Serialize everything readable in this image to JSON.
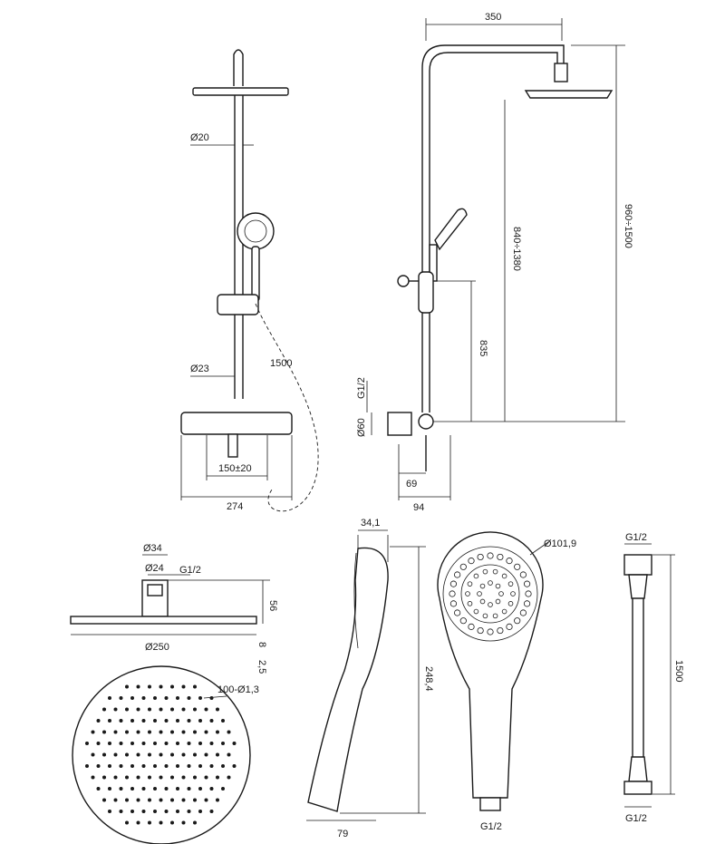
{
  "dimensions": {
    "front": {
      "pipe_diameter": "Ø20",
      "hose_length": "1500",
      "mixer_pipe_diameter": "Ø23",
      "spacing": "150±20",
      "width": "274"
    },
    "side": {
      "arm_length": "350",
      "total_height": "960÷1500",
      "head_height": "840÷1380",
      "holder_height": "835",
      "thread": "G1/2",
      "mixer_diameter": "Ø60",
      "offset_pipe": "69",
      "offset_total": "94"
    },
    "rain_head": {
      "outer_diameter": "Ø34",
      "inner_diameter": "Ø24",
      "thread": "G1/2",
      "height": "56",
      "head_diameter": "Ø250",
      "thickness": "8",
      "plate": "2,5",
      "nozzles": "100-Ø1,3"
    },
    "hand_shower_side": {
      "depth": "34,1",
      "length": "248,4",
      "width": "79"
    },
    "hand_shower_front": {
      "head_diameter": "Ø101,9",
      "thread": "G1/2"
    },
    "hose": {
      "thread_top": "G1/2",
      "length": "1500",
      "thread_bottom": "G1/2"
    }
  }
}
